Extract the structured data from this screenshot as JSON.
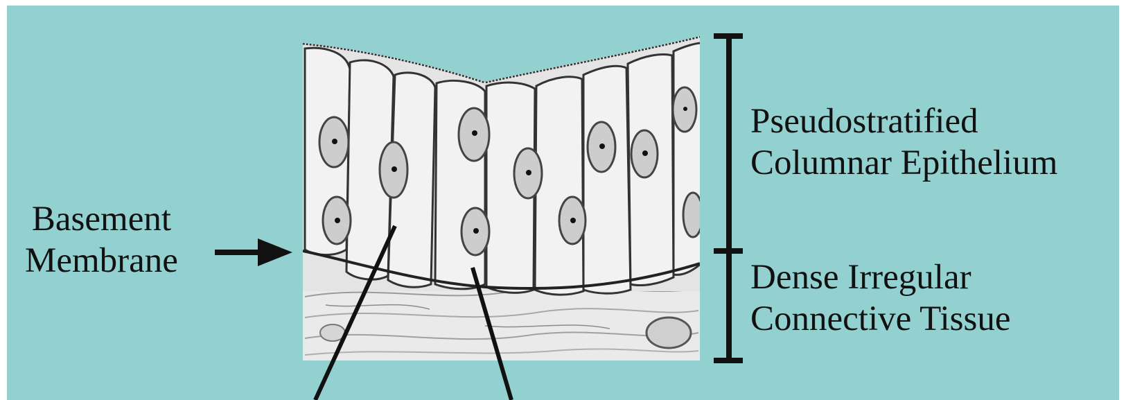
{
  "labels": {
    "basement_membrane": [
      "Basement",
      "Membrane"
    ],
    "epithelium": [
      "Pseudostratified",
      "Columnar Epithelium"
    ],
    "connective_tissue": [
      "Dense Irregular",
      "Connective Tissue"
    ]
  },
  "colors": {
    "background": "#93d0d0",
    "tissue": "#ececec",
    "ink": "#111111"
  }
}
